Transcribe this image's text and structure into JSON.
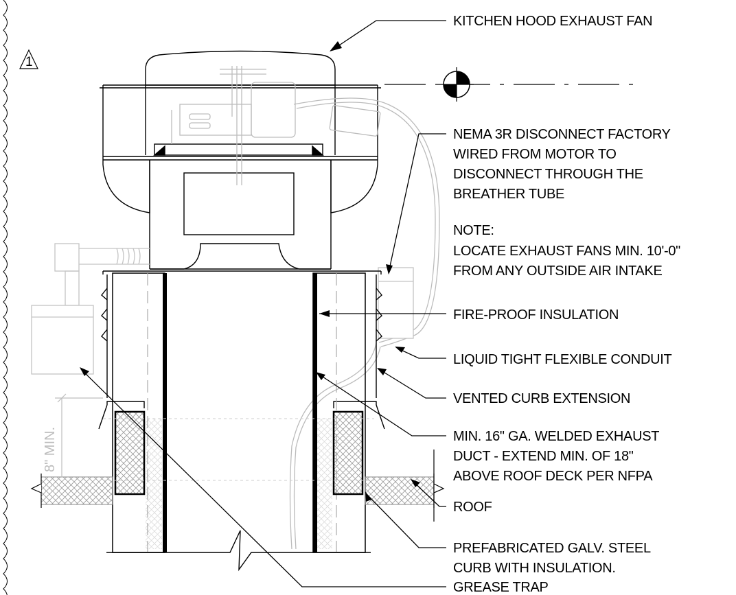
{
  "revision_marker": "1",
  "dimension_label": "8\" MIN.",
  "callouts": {
    "fan": [
      "KITCHEN HOOD EXHAUST FAN"
    ],
    "disconnect": [
      "NEMA 3R DISCONNECT FACTORY",
      "WIRED FROM MOTOR TO",
      "DISCONNECT THROUGH THE",
      "BREATHER TUBE"
    ],
    "note": [
      "NOTE:",
      "LOCATE EXHAUST FANS MIN. 10'-0\"",
      "FROM ANY OUTSIDE AIR INTAKE"
    ],
    "insulation": [
      "FIRE-PROOF INSULATION"
    ],
    "conduit": [
      "LIQUID TIGHT FLEXIBLE CONDUIT"
    ],
    "curb_extension": [
      "VENTED CURB EXTENSION"
    ],
    "duct": [
      "MIN. 16\" GA. WELDED EXHAUST",
      "DUCT - EXTEND MIN. OF 18\"",
      "ABOVE ROOF DECK PER NFPA"
    ],
    "roof": [
      "ROOF"
    ],
    "curb": [
      "PREFABRICATED GALV. STEEL",
      "CURB WITH INSULATION."
    ],
    "grease_trap": [
      "GREASE TRAP"
    ]
  },
  "colors": {
    "line": "#000000",
    "faded": "#c8c8c8",
    "hatch": "#9a9a9a",
    "wire": "#bbbbbb"
  }
}
